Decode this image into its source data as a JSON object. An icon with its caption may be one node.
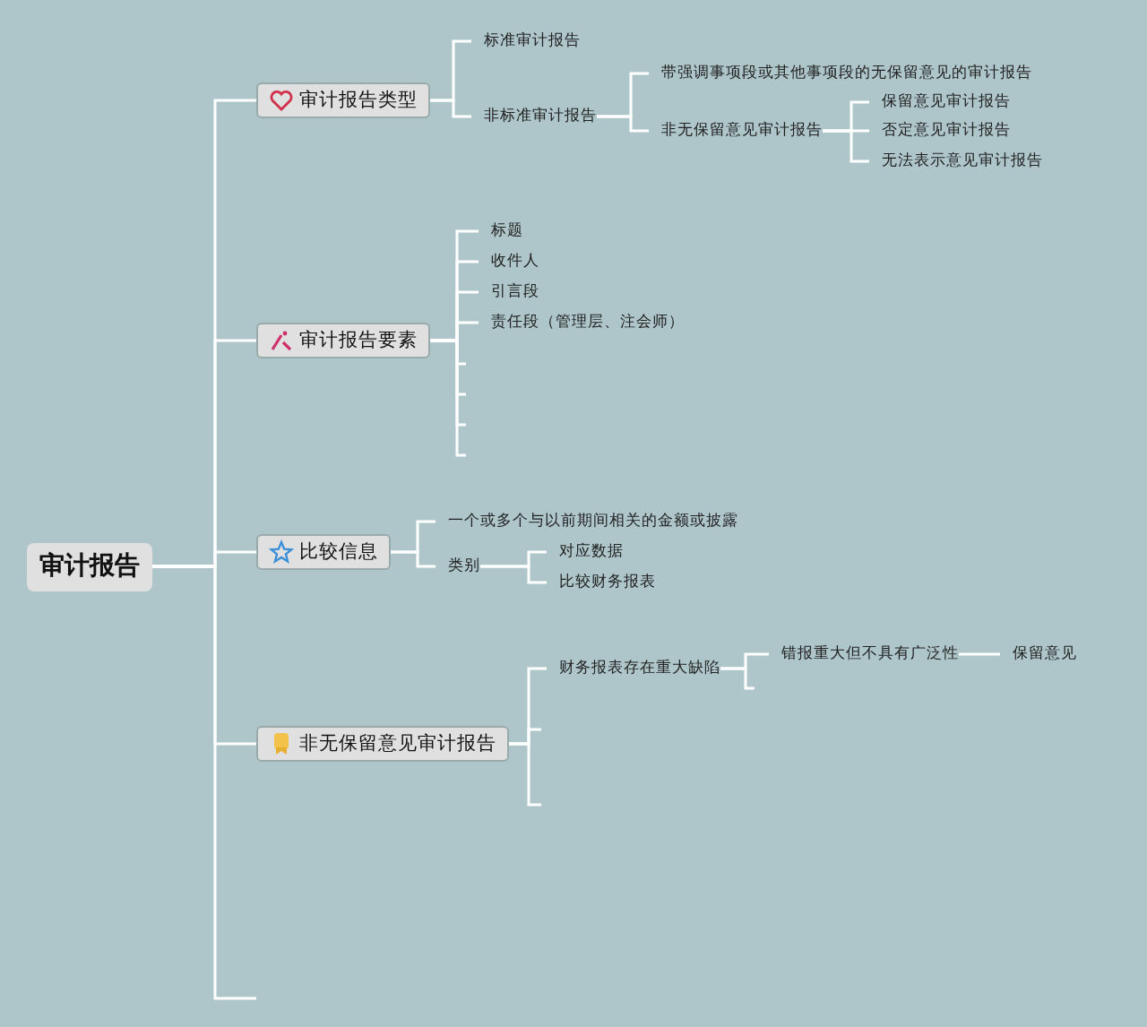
{
  "diagram": {
    "nodes": [
      {
        "text": [
          "审计报告"
        ]
      },
      {
        "text": [
          "审计报告类型"
        ]
      },
      {
        "text": [
          "标准审计报告"
        ]
      },
      {
        "text": [
          "非标准审计报告"
        ]
      },
      {
        "text": [
          "带强调事项段或其他事项段的无保留意见的审计报告"
        ]
      },
      {
        "text": [
          "非无保留意见审计报告"
        ]
      },
      {
        "text": [
          "保留意见审计报告"
        ]
      },
      {
        "text": [
          "否定意见审计报告"
        ]
      },
      {
        "text": [
          "无法表示意见审计报告"
        ]
      },
      {
        "text": [
          "审计报告要素"
        ]
      },
      {
        "text": [
          "标题"
        ]
      },
      {
        "text": [
          "收件人"
        ]
      },
      {
        "text": [
          "引言段"
        ]
      },
      {
        "text": [
          "责任段（管理层、注会师）"
        ]
      },
      {
        "text": [
          "比较信息"
        ]
      },
      {
        "text": [
          "一个或多个与以前期间相关的金额或披露"
        ]
      },
      {
        "text": [
          "类别"
        ]
      },
      {
        "text": [
          "对应数据"
        ]
      },
      {
        "text": [
          "比较财务报表"
        ]
      },
      {
        "text": [
          "非无保留意见审计报告"
        ]
      },
      {
        "text": [
          "财务报表存在重大缺陷"
        ]
      },
      {
        "text": [
          "错报重大但不具有广泛性"
        ]
      },
      {
        "text": [
          "保留意见"
        ]
      }
    ],
    "edges": [
      {
        "from": 0,
        "to": 1,
        "arrow": "none"
      },
      {
        "from": 0,
        "to": 9,
        "arrow": "none"
      },
      {
        "from": 0,
        "to": 14,
        "arrow": "none"
      },
      {
        "from": 0,
        "to": 19,
        "arrow": "none"
      },
      {
        "from": 0,
        "to": null,
        "arrow": "none"
      },
      {
        "from": 1,
        "to": 2,
        "arrow": "none"
      },
      {
        "from": 1,
        "to": 3,
        "arrow": "none"
      },
      {
        "from": 3,
        "to": 4,
        "arrow": "none"
      },
      {
        "from": 3,
        "to": 5,
        "arrow": "none"
      },
      {
        "from": 5,
        "to": 6,
        "arrow": "none"
      },
      {
        "from": 5,
        "to": 7,
        "arrow": "none"
      },
      {
        "from": 5,
        "to": 8,
        "arrow": "none"
      },
      {
        "from": 9,
        "to": 10,
        "arrow": "none"
      },
      {
        "from": 9,
        "to": 11,
        "arrow": "none"
      },
      {
        "from": 9,
        "to": 12,
        "arrow": "none"
      },
      {
        "from": 9,
        "to": 13,
        "arrow": "none"
      },
      {
        "from": 9,
        "to": null,
        "arrow": "none"
      },
      {
        "from": 9,
        "to": null,
        "arrow": "none"
      },
      {
        "from": 9,
        "to": null,
        "arrow": "none"
      },
      {
        "from": 9,
        "to": null,
        "arrow": "none"
      },
      {
        "from": 14,
        "to": 15,
        "arrow": "none"
      },
      {
        "from": 14,
        "to": 16,
        "arrow": "none"
      },
      {
        "from": 16,
        "to": 17,
        "arrow": "none"
      },
      {
        "from": 16,
        "to": 18,
        "arrow": "none"
      },
      {
        "from": 19,
        "to": 20,
        "arrow": "none"
      },
      {
        "from": 19,
        "to": null,
        "arrow": "none"
      },
      {
        "from": 19,
        "to": null,
        "arrow": "none"
      },
      {
        "from": 20,
        "to": 21,
        "arrow": "none"
      },
      {
        "from": 20,
        "to": null,
        "arrow": "none"
      },
      {
        "from": 21,
        "to": 22,
        "arrow": "none"
      }
    ]
  }
}
